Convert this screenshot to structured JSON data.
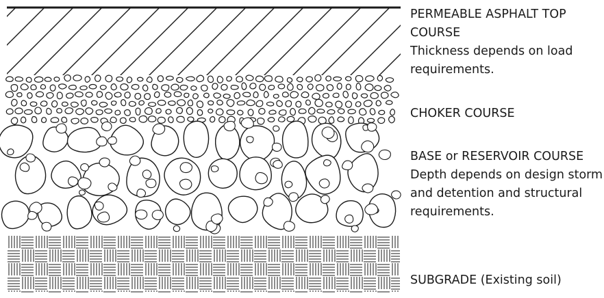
{
  "layers": [
    {
      "id": "asphalt",
      "title_lines": [
        "PERMEABLE ASPHALT TOP",
        "COURSE"
      ],
      "description_lines": [
        "Thickness depends on load",
        "requirements."
      ]
    },
    {
      "id": "choker",
      "title_lines": [
        "CHOKER COURSE"
      ],
      "description_lines": []
    },
    {
      "id": "base",
      "title_lines": [
        "BASE or RESERVOIR COURSE"
      ],
      "description_lines": [
        "Depth depends on design storm",
        "and detention and structural",
        "requirements."
      ]
    },
    {
      "id": "subgrade",
      "title_lines": [
        "SUBGRADE (Existing soil)"
      ],
      "description_lines": []
    }
  ],
  "colors": {
    "line": "#1a1a1a",
    "fill": "#ffffff"
  }
}
